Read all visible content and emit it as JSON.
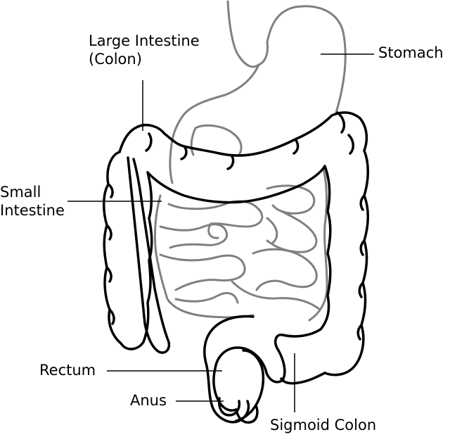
{
  "labels": {
    "large_intestine_line1": "Large Intestine",
    "large_intestine_line2": "(Colon)",
    "stomach": "Stomach",
    "small_intestine_line1": "Small",
    "small_intestine_line2": "Intestine",
    "rectum": "Rectum",
    "anus": "Anus",
    "sigmoid_colon": "Sigmoid Colon"
  },
  "colors": {
    "outline": "#000000",
    "inner_organs": "#808080",
    "background": "#ffffff"
  }
}
